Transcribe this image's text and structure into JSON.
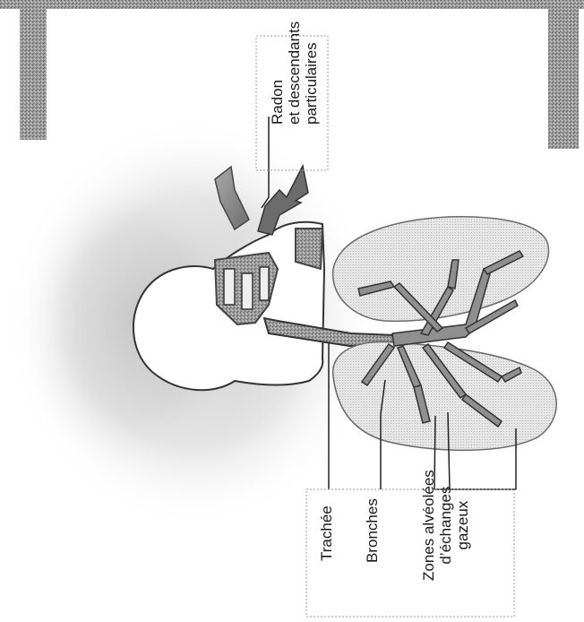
{
  "labels": {
    "radon": {
      "line1": "Radon",
      "line2": "et descendants",
      "line3": "particulaires"
    },
    "trachea": "Trachée",
    "bronchi": "Bronches",
    "alveolar": {
      "line1": "Zones alvéolées",
      "line2": "d’échanges",
      "line3": "gazeux"
    }
  }
}
